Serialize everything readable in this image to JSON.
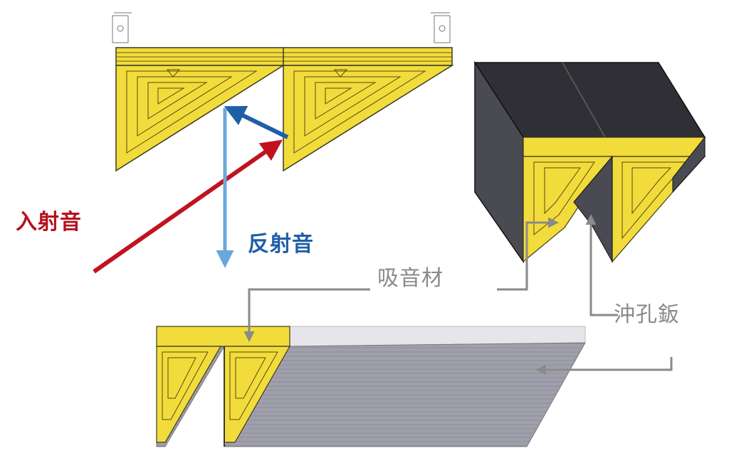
{
  "labels": {
    "incident_sound": "入射音",
    "reflected_sound": "反射音",
    "absorbing_material": "吸音材",
    "perforated_panel": "沖孔鈑"
  },
  "colors": {
    "wood_yellow": "#f2dc3c",
    "wood_line": "#5a4a10",
    "incident_arrow": "#c1121f",
    "reflect_arrow_dark": "#1f5fa8",
    "reflect_arrow_light": "#6aa8dc",
    "leader_gray": "#8a8a8a",
    "panel_dark": "#2f2f35",
    "panel_side": "#55555c",
    "panel_bottom": "#9a9aa6"
  }
}
